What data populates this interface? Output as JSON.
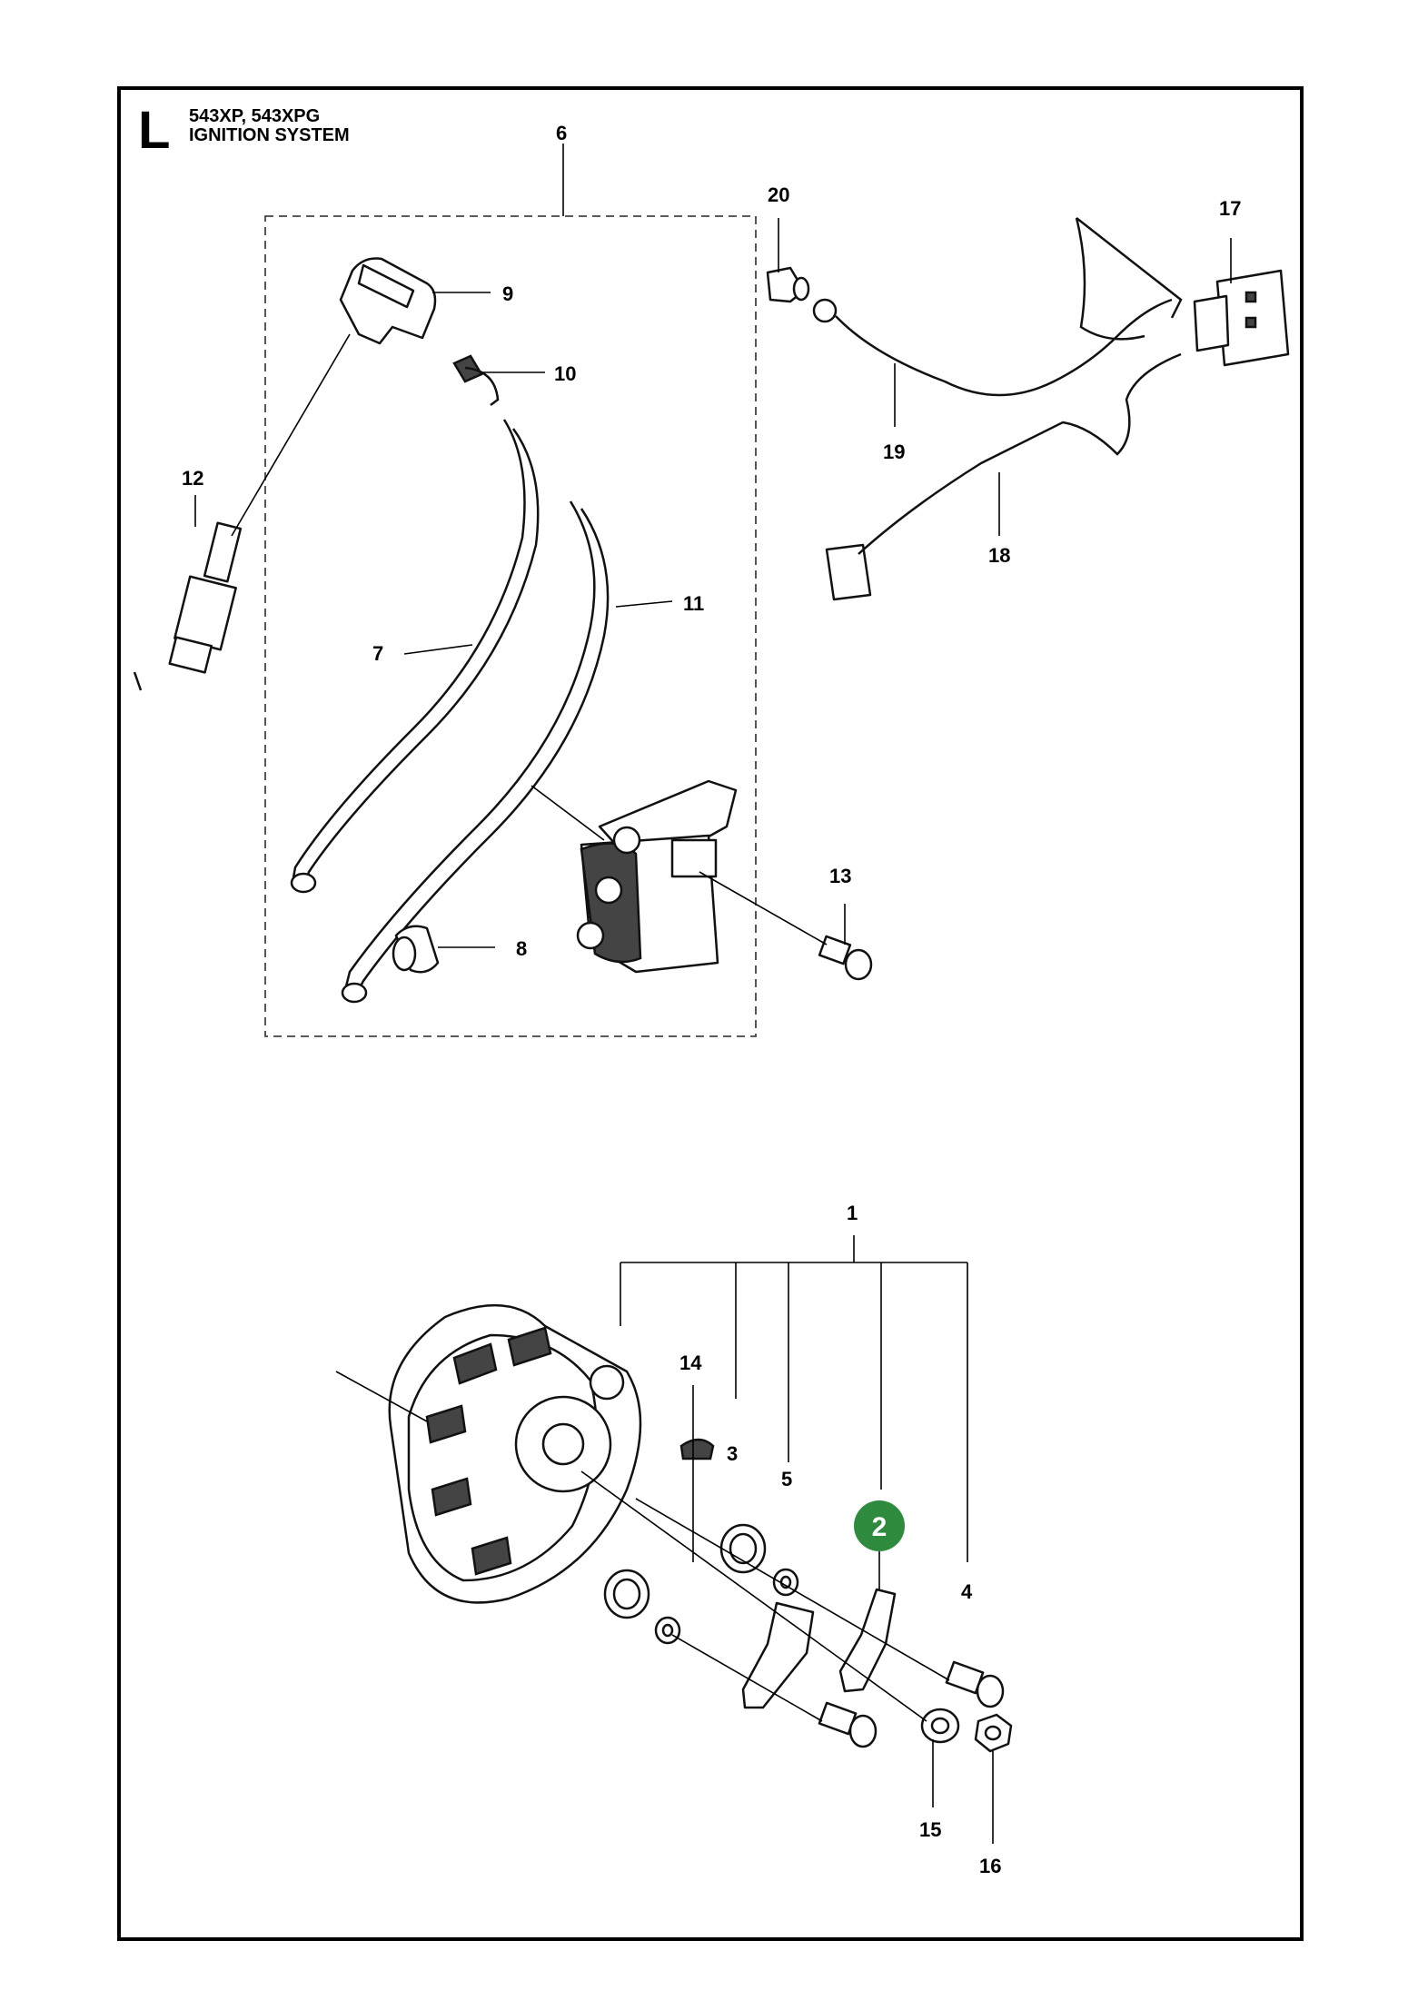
{
  "header": {
    "section_letter": "L",
    "models": "543XP, 543XPG",
    "title": "IGNITION SYSTEM"
  },
  "callouts": {
    "c1": "1",
    "c3": "3",
    "c4": "4",
    "c5": "5",
    "c6": "6",
    "c7": "7",
    "c8": "8",
    "c9": "9",
    "c10": "10",
    "c11": "11",
    "c12": "12",
    "c13": "13",
    "c14": "14",
    "c15": "15",
    "c16": "16",
    "c17": "17",
    "c18": "18",
    "c19": "19",
    "c20": "20"
  },
  "badge": {
    "label": "2",
    "color": "#2e8b3e"
  }
}
